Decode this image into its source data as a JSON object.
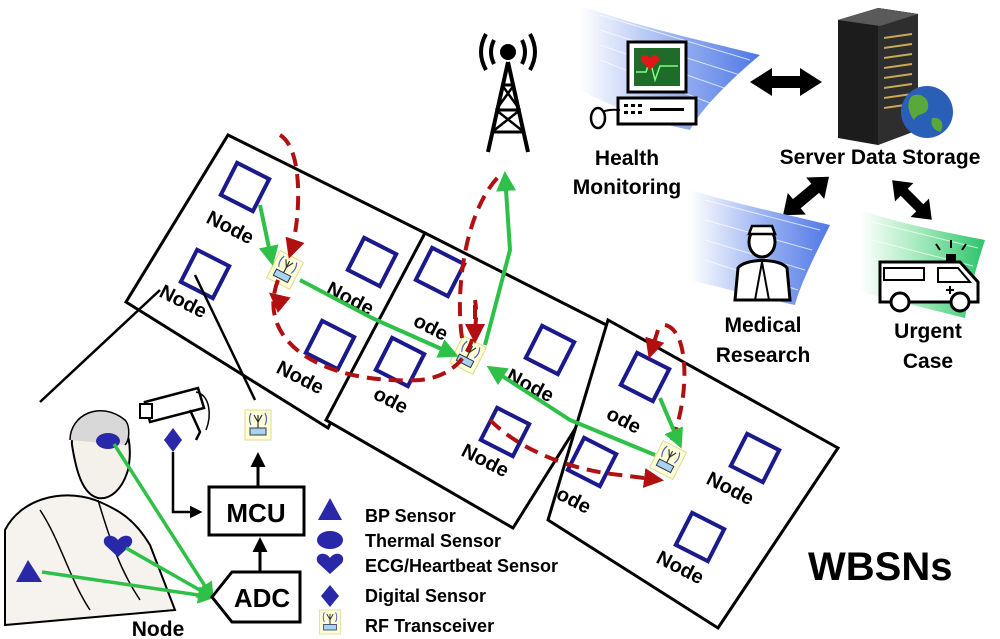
{
  "labels": {
    "health_monitoring_line1": "Health",
    "health_monitoring_line2": "Monitoring",
    "server_data_storage": "Server Data Storage",
    "medical_research_line1": "Medical",
    "medical_research_line2": "Research",
    "urgent_case_line1": "Urgent",
    "urgent_case_line2": "Case",
    "wbsns": "WBSNs",
    "mcu": "MCU",
    "adc": "ADC",
    "node": "Node",
    "node_partial": "ode"
  },
  "legend": [
    {
      "icon": "triangle-icon",
      "label": "BP Sensor"
    },
    {
      "icon": "ellipse-icon",
      "label": "Thermal Sensor"
    },
    {
      "icon": "heart-icon",
      "label": "ECG/Heartbeat Sensor"
    },
    {
      "icon": "diamond-icon",
      "label": "Digital Sensor"
    },
    {
      "icon": "rf-transceiver-icon",
      "label": "RF Transceiver"
    }
  ],
  "colors": {
    "green_link": "#2fc048",
    "red_dashed": "#b01010",
    "node_box": "#1a1a8c",
    "sensor_blue": "#2828a8",
    "swoosh_blue": "#5f86e8",
    "swoosh_green": "#3ccf7a"
  }
}
